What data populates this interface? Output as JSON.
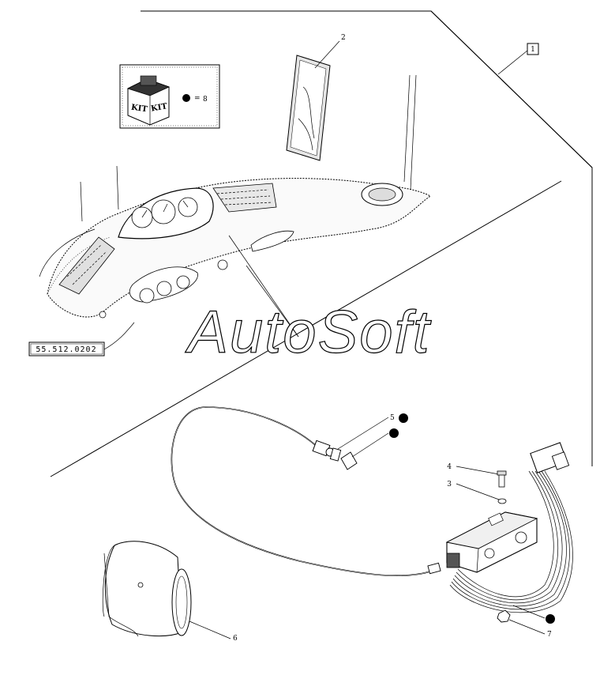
{
  "callouts": {
    "c1": "1",
    "c2": "2",
    "c3": "3",
    "c4": "4",
    "c5": "5",
    "c6": "6",
    "c7": "7",
    "c8": "8"
  },
  "kit": {
    "label_left": "KIT",
    "label_right": "KIT",
    "equals": "="
  },
  "reference_box": "55.512.0202",
  "watermark": "AutoSoft",
  "colors": {
    "line": "#000000",
    "background": "#ffffff",
    "shade": "#d9d9d9"
  }
}
